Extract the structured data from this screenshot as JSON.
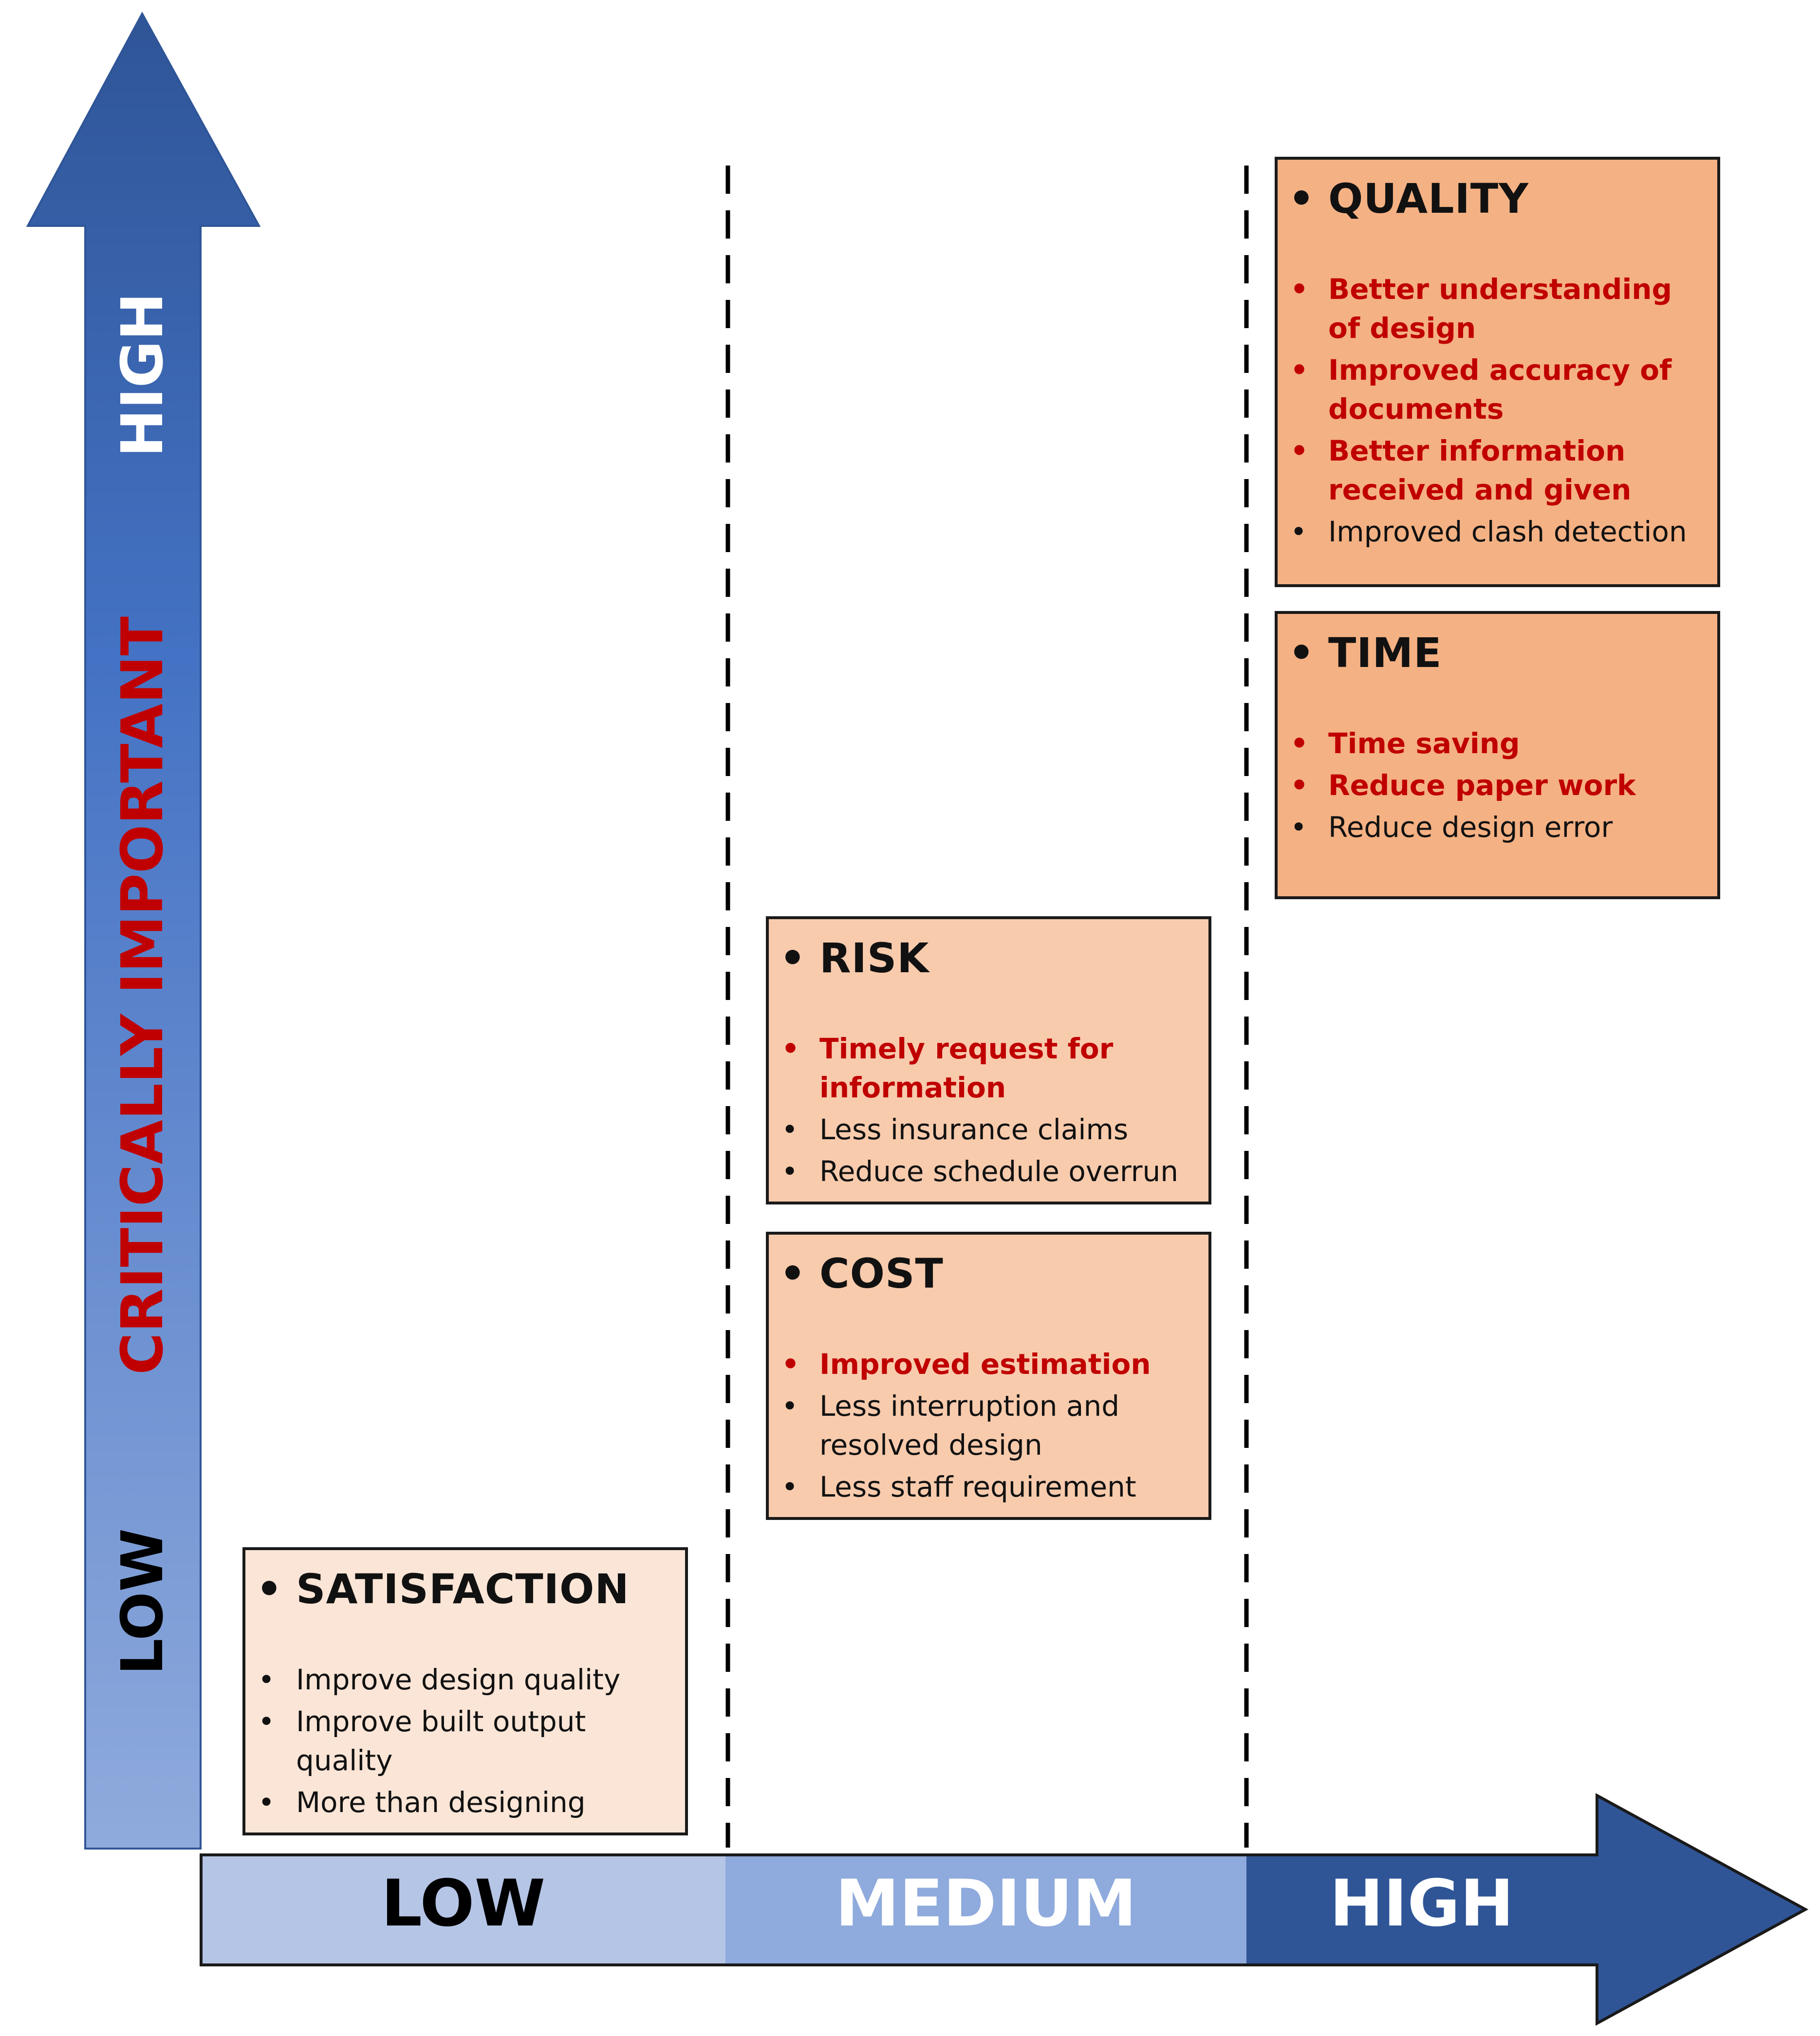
{
  "axes": {
    "vertical": {
      "name": "CRITICALLY IMPORTANT",
      "low": "LOW",
      "high": "HIGH"
    },
    "horizontal": [
      {
        "label": "LOW",
        "fill": "#b5c5e6",
        "text_color": "#000000"
      },
      {
        "label": "MEDIUM",
        "fill": "#8faadc",
        "text_color": "#ffffff"
      },
      {
        "label": "HIGH",
        "fill": "#2f5597",
        "text_color": "#ffffff"
      }
    ]
  },
  "colors": {
    "axis_dark": "#2f5597",
    "axis_mid": "#4472c4",
    "axis_light": "#8faadc",
    "highlight_text": "#c00000",
    "box_low": "#fbe5d6",
    "box_medium": "#f8cbad",
    "box_high": "#f4b183"
  },
  "boxes": [
    {
      "title": "SATISFACTION",
      "level": "low",
      "items": [
        {
          "text": "Improve design quality",
          "highlight": false
        },
        {
          "text": "Improve built output quality",
          "highlight": false
        },
        {
          "text": "More than designing",
          "highlight": false
        }
      ]
    },
    {
      "title": "RISK",
      "level": "medium",
      "items": [
        {
          "text": "Timely request for information",
          "highlight": true
        },
        {
          "text": "Less insurance claims",
          "highlight": false
        },
        {
          "text": "Reduce schedule overrun",
          "highlight": false
        }
      ]
    },
    {
      "title": "COST",
      "level": "medium",
      "items": [
        {
          "text": "Improved estimation",
          "highlight": true
        },
        {
          "text": "Less interruption and resolved design",
          "highlight": false
        },
        {
          "text": "Less staff requirement",
          "highlight": false
        }
      ]
    },
    {
      "title": "QUALITY",
      "level": "high",
      "items": [
        {
          "text": "Better understanding of design",
          "highlight": true
        },
        {
          "text": "Improved accuracy of documents",
          "highlight": true
        },
        {
          "text": "Better information received and given",
          "highlight": true
        },
        {
          "text": "Improved clash detection",
          "highlight": false
        }
      ]
    },
    {
      "title": "TIME",
      "level": "high",
      "items": [
        {
          "text": "Time saving",
          "highlight": true
        },
        {
          "text": "Reduce paper work",
          "highlight": true
        },
        {
          "text": "Reduce design error",
          "highlight": false
        }
      ]
    }
  ]
}
